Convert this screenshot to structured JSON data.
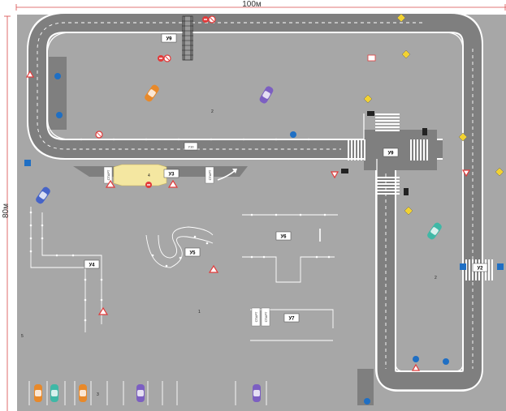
{
  "dimensions": {
    "width_label": "100м",
    "height_label": "80м"
  },
  "zones": [
    {
      "id": "u9-top",
      "label": "У9"
    },
    {
      "id": "u9-mid",
      "label": "У9"
    },
    {
      "id": "u3",
      "label": "У3"
    },
    {
      "id": "u4",
      "label": "У4"
    },
    {
      "id": "u5",
      "label": "У5"
    },
    {
      "id": "u6",
      "label": "У6"
    },
    {
      "id": "u7",
      "label": "У7"
    },
    {
      "id": "u2",
      "label": "У2"
    },
    {
      "id": "u10",
      "label": "У10"
    }
  ],
  "numbers": {
    "n1": "1",
    "n2a": "2",
    "n2b": "2",
    "n3": "3",
    "n4": "4",
    "n5": "5"
  },
  "start_labels": {
    "s1": "СТАРТ",
    "s2": "СТАРТ",
    "s3": "СТАРТ",
    "s4": "СТАРТ"
  },
  "colors": {
    "asphalt": "#a7a7a7",
    "road": "#7f7f7f",
    "road_edge": "#ffffff",
    "warning_sign": "#e23b3b",
    "info_sign": "#1f6fc4",
    "priority_sign": "#f2d232",
    "car_orange": "#e8892a",
    "car_purple": "#7c5fc2",
    "car_teal": "#3fb8a6",
    "car_blue": "#4664c8"
  }
}
